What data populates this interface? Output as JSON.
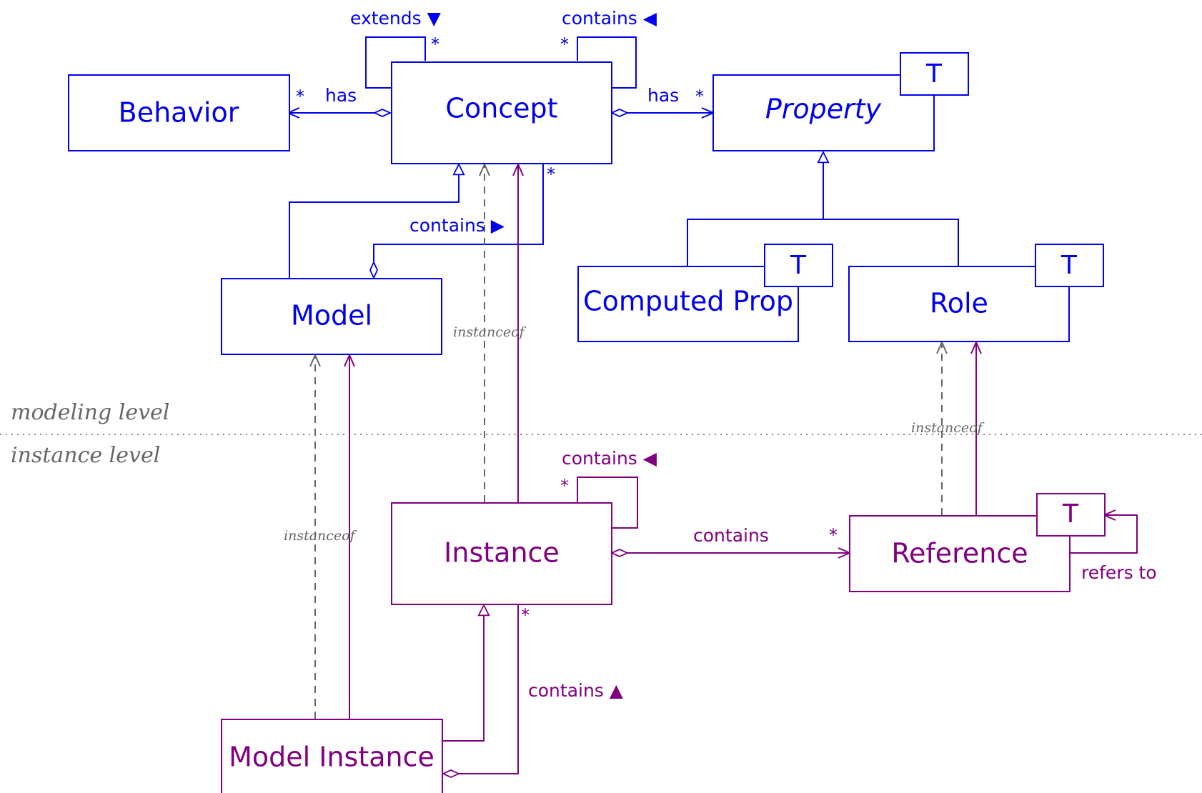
{
  "colors": {
    "modeling": "#0000ee",
    "instance": "#800080",
    "gray": "#666666"
  },
  "classes": {
    "behavior": "Behavior",
    "concept": "Concept",
    "property": "Property",
    "model": "Model",
    "computed_prop": "Computed Prop",
    "role": "Role",
    "instance": "Instance",
    "reference": "Reference",
    "model_instance": "Model Instance"
  },
  "type_param": "T",
  "labels": {
    "extends": "extends ▼",
    "contains_concept_self": "contains ◀",
    "has_behavior": "has",
    "has_property": "has",
    "contains_model": "contains ▶",
    "contains_instance_self": "contains ◀",
    "contains_reference": "contains",
    "refers_to": "refers to",
    "contains_model_instance": "contains ▲",
    "instanceof": "instanceof"
  },
  "multiplicity": "*",
  "levels": {
    "modeling": "modeling level",
    "instance": "instance level"
  }
}
